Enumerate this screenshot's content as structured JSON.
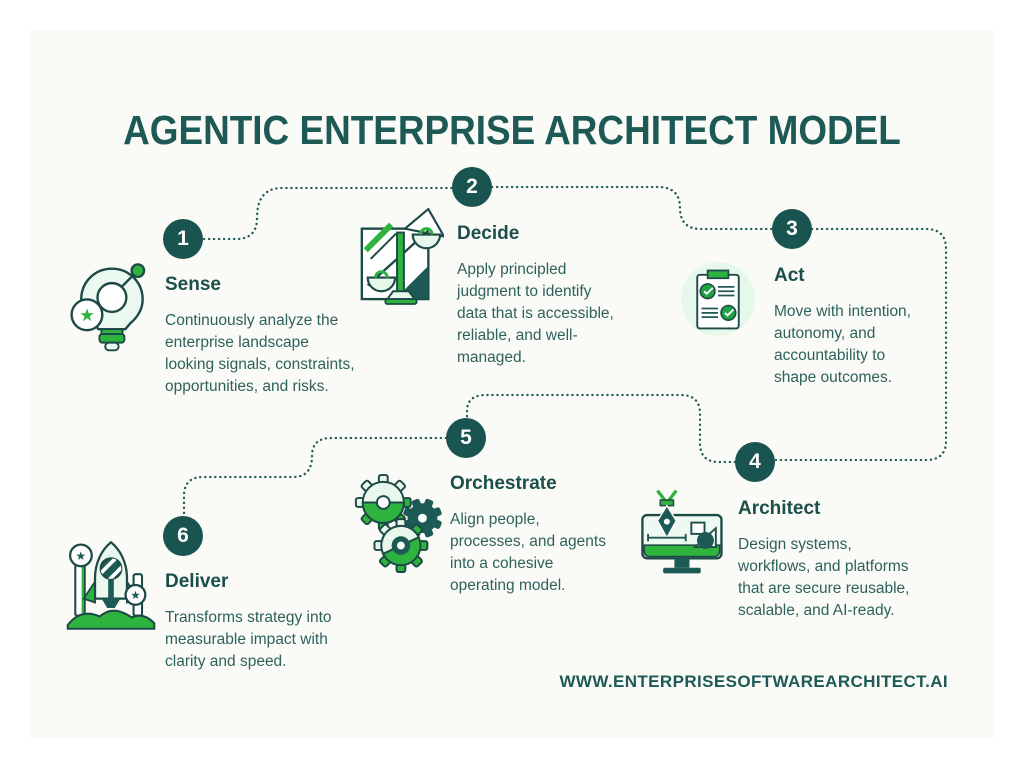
{
  "page": {
    "title": "AGENTIC ENTERPRISE ARCHITECT MODEL",
    "footer_url": "WWW.ENTERPRISESOFTWAREARCHITECT.AI"
  },
  "colors": {
    "dark_teal": "#195450",
    "heading_teal": "#1c4f4a",
    "body_text_teal": "#2e615c",
    "accent_green": "#2eb33e",
    "check_green": "#21a144",
    "light_mint": "#e7f7ec",
    "canvas_bg": "#fafaf6"
  },
  "glyphs": {
    "star": "★"
  },
  "steps": [
    {
      "number": "1",
      "title": "Sense",
      "icon": "lightbulb-search-icon",
      "desc_lines": [
        "Continuously analyze the",
        "enterprise landscape",
        "looking signals, constraints,",
        "opportunities, and risks."
      ]
    },
    {
      "number": "2",
      "title": "Decide",
      "icon": "balance-scale-icon",
      "desc_lines": [
        "Apply principled",
        "judgment to identify",
        "data that is accessible,",
        "reliable, and well-",
        "managed."
      ]
    },
    {
      "number": "3",
      "title": "Act",
      "icon": "checklist-icon",
      "desc_lines": [
        "Move with intention,",
        "autonomy, and",
        "accountability to",
        "shape outcomes."
      ]
    },
    {
      "number": "4",
      "title": "Architect",
      "icon": "design-monitor-icon",
      "desc_lines": [
        "Design systems,",
        "workflows, and platforms",
        "that are secure reusable,",
        "scalable, and AI-ready."
      ]
    },
    {
      "number": "5",
      "title": "Orchestrate",
      "icon": "gears-icon",
      "desc_lines": [
        "Align people,",
        "processes, and agents",
        "into a cohesive",
        "operating model."
      ]
    },
    {
      "number": "6",
      "title": "Deliver",
      "icon": "rocket-icon",
      "desc_lines": [
        "Transforms strategy into",
        "measurable impact with",
        "clarity and speed."
      ]
    }
  ]
}
